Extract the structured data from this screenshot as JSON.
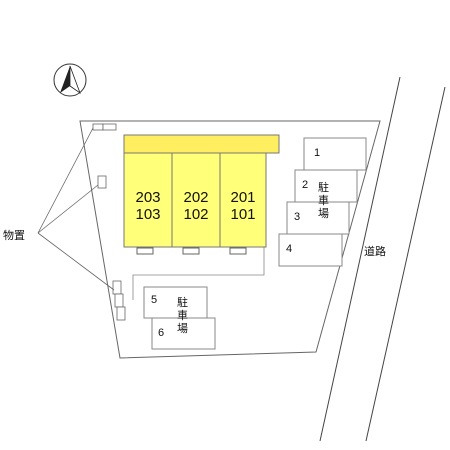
{
  "colors": {
    "building": "#ffff7a",
    "building_roof": "#ffef60",
    "line": "#555555",
    "road_line": "#444444"
  },
  "compass": {
    "icon": "north-arrow-icon"
  },
  "building": {
    "units": [
      {
        "upper": "203",
        "lower": "103"
      },
      {
        "upper": "202",
        "lower": "102"
      },
      {
        "upper": "201",
        "lower": "101"
      }
    ]
  },
  "parking_east": {
    "label": [
      "駐",
      "車",
      "場"
    ],
    "slots": [
      "1",
      "2",
      "3",
      "4"
    ]
  },
  "parking_south": {
    "label": [
      "駐",
      "車",
      "場"
    ],
    "slots": [
      "5",
      "6"
    ]
  },
  "storage": {
    "label": "物置"
  },
  "road": {
    "label": "道路"
  }
}
